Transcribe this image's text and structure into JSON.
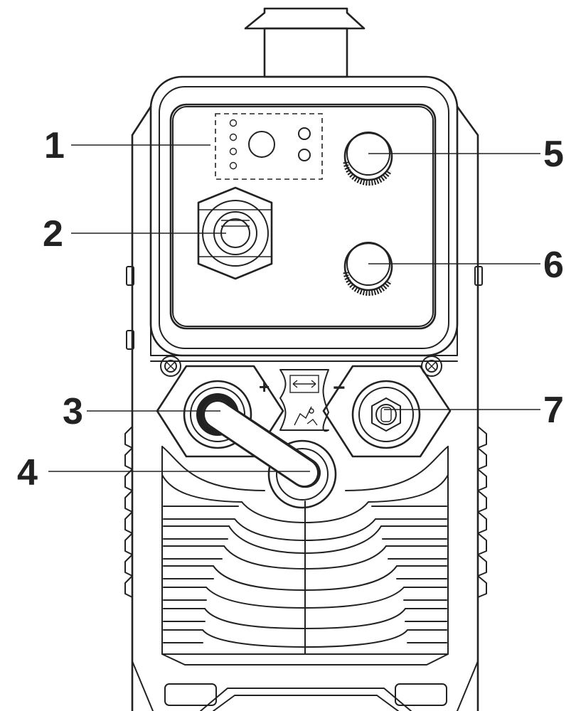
{
  "callouts": [
    {
      "number": "1",
      "part": "indicator-panel"
    },
    {
      "number": "2",
      "part": "gas-connector"
    },
    {
      "number": "3",
      "part": "positive-terminal"
    },
    {
      "number": "4",
      "part": "polarity-cable"
    },
    {
      "number": "5",
      "part": "upper-knob"
    },
    {
      "number": "6",
      "part": "lower-knob"
    },
    {
      "number": "7",
      "part": "negative-terminal"
    }
  ],
  "symbols": {
    "plus": "+",
    "minus": "−"
  },
  "colors": {
    "line": "#222222",
    "background": "#ffffff"
  },
  "icons": [
    "polarity-swap-icon",
    "welding-torch-icon"
  ]
}
